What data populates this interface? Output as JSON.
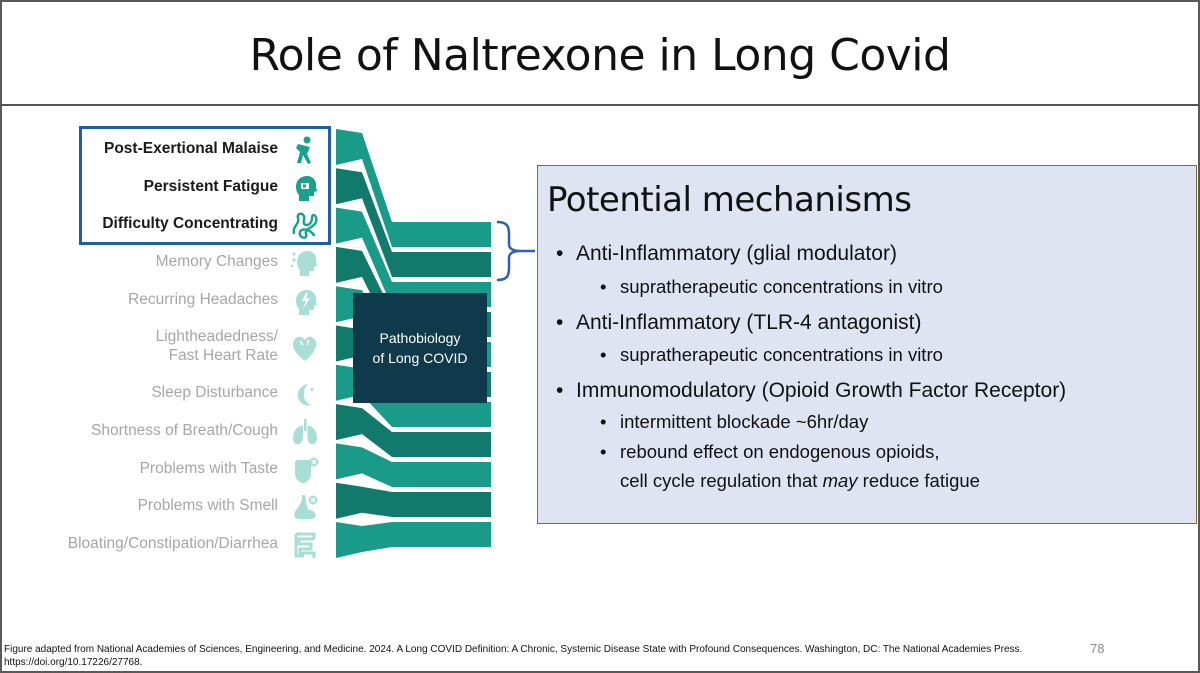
{
  "slide": {
    "title": "Role of Naltrexone in Long Covid",
    "page_number": "78",
    "footnote_line1": "Figure adapted from National Academies of Sciences, Engineering, and Medicine. 2024. A Long COVID Definition: A Chronic, Systemic Disease State with Profound Consequences. Washington, DC: The National Academies Press.",
    "footnote_line2": "https://doi.org/10.17226/27768."
  },
  "figure": {
    "symptoms": [
      {
        "label": "Post-Exertional Malaise",
        "icon": "person-exertion-icon",
        "highlighted": true
      },
      {
        "label": "Persistent Fatigue",
        "icon": "fatigued-head-icon",
        "highlighted": true
      },
      {
        "label": "Difficulty Concentrating",
        "icon": "tangled-thought-icon",
        "highlighted": true
      },
      {
        "label": "Memory Changes",
        "icon": "memory-head-icon",
        "highlighted": false
      },
      {
        "label": "Recurring Headaches",
        "icon": "headache-icon",
        "highlighted": false
      },
      {
        "label": "Lightheadedness/",
        "label2": "Fast Heart Rate",
        "icon": "heart-icon",
        "highlighted": false
      },
      {
        "label": "Sleep Disturbance",
        "icon": "moon-icon",
        "highlighted": false
      },
      {
        "label": "Shortness of Breath/Cough",
        "icon": "lungs-icon",
        "highlighted": false
      },
      {
        "label": "Problems with Taste",
        "icon": "tongue-icon",
        "highlighted": false
      },
      {
        "label": "Problems with Smell",
        "icon": "nose-icon",
        "highlighted": false
      },
      {
        "label": "Bloating/Constipation/Diarrhea",
        "icon": "intestine-icon",
        "highlighted": false
      }
    ],
    "center_label_line1": "Pathobiology",
    "center_label_line2": "of Long COVID",
    "colors": {
      "ribbon": "#1a9b8a",
      "ribbon_dark": "#127a6d",
      "highlight": "#1f5fa8",
      "center_box": "#0f3a4c",
      "icon": "#19a08e"
    }
  },
  "mechanisms": {
    "heading": "Potential mechanisms",
    "items": [
      {
        "text": "Anti-Inflammatory (glial modulator)",
        "sub": [
          "supratherapeutic concentrations in vitro"
        ]
      },
      {
        "text": "Anti-Inflammatory (TLR-4 antagonist)",
        "sub": [
          "supratherapeutic concentrations in vitro"
        ]
      },
      {
        "text": "Immunomodulatory (Opioid Growth Factor Receptor)",
        "sub": [
          "intermittent blockade ~6hr/day",
          "rebound effect on endogenous opioids,"
        ]
      }
    ],
    "last_line_before": "cell cycle regulation that ",
    "last_line_em": "may",
    "last_line_after": " reduce fatigue",
    "box_color": "#dfe4f3"
  }
}
